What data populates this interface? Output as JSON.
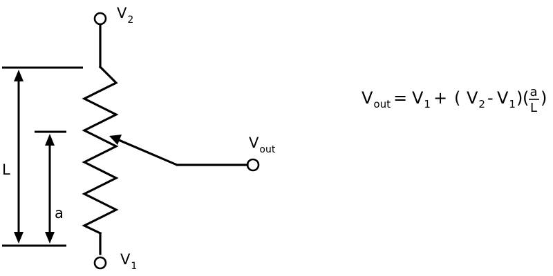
{
  "labels": {
    "v2": {
      "main": "V",
      "sub": "2"
    },
    "v1": {
      "main": "V",
      "sub": "1"
    },
    "vout": {
      "main": "V",
      "sub": "out"
    },
    "L": "L",
    "a": "a"
  },
  "equation": {
    "lhs_main": "V",
    "lhs_sub": "out",
    "equals": "=",
    "t1_main": "V",
    "t1_sub": "1",
    "plus": "+",
    "open_paren": "(",
    "t2_main": "V",
    "t2_sub": "2",
    "minus": "-",
    "t3_main": "V",
    "t3_sub": "1",
    "close_paren": ")",
    "frac_open": "(",
    "frac_num": "a",
    "frac_den": "L",
    "frac_close": ")"
  }
}
